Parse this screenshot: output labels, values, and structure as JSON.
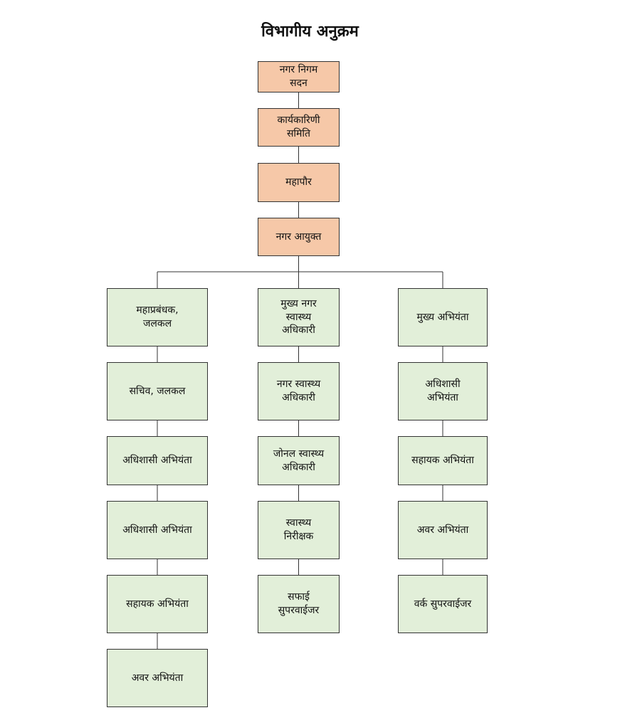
{
  "title": "विभागीय अनुक्रम",
  "colors": {
    "top_fill": "#f6c8a8",
    "branch_fill": "#e2efd9",
    "line": "#333333"
  },
  "top_chain": [
    "नगर निगम\nसदन",
    "कार्यकारिणी\nसमिति",
    "महापौर",
    "नगर आयुक्त"
  ],
  "branches": [
    [
      "महाप्रबंधक,\nजलकल",
      "सचिव, जलकल",
      "अधिशासी अभियंता",
      "अधिशासी अभियंता",
      "सहायक अभियंता",
      "अवर अभियंता"
    ],
    [
      "मुख्य नगर\nस्वास्थ्य\nअधिकारी",
      "नगर स्वास्थ्य\nअधिकारी",
      "जोनल स्वास्थ्य\nअधिकारी",
      "स्वास्थ्य\nनिरीक्षक",
      "सफाई\nसुपरवाईजर"
    ],
    [
      "मुख्य अभियंता",
      "अधिशासी\nअभियंता",
      "सहायक अभियंता",
      "अवर अभियंता",
      "वर्क सुपरवाईजर"
    ]
  ]
}
